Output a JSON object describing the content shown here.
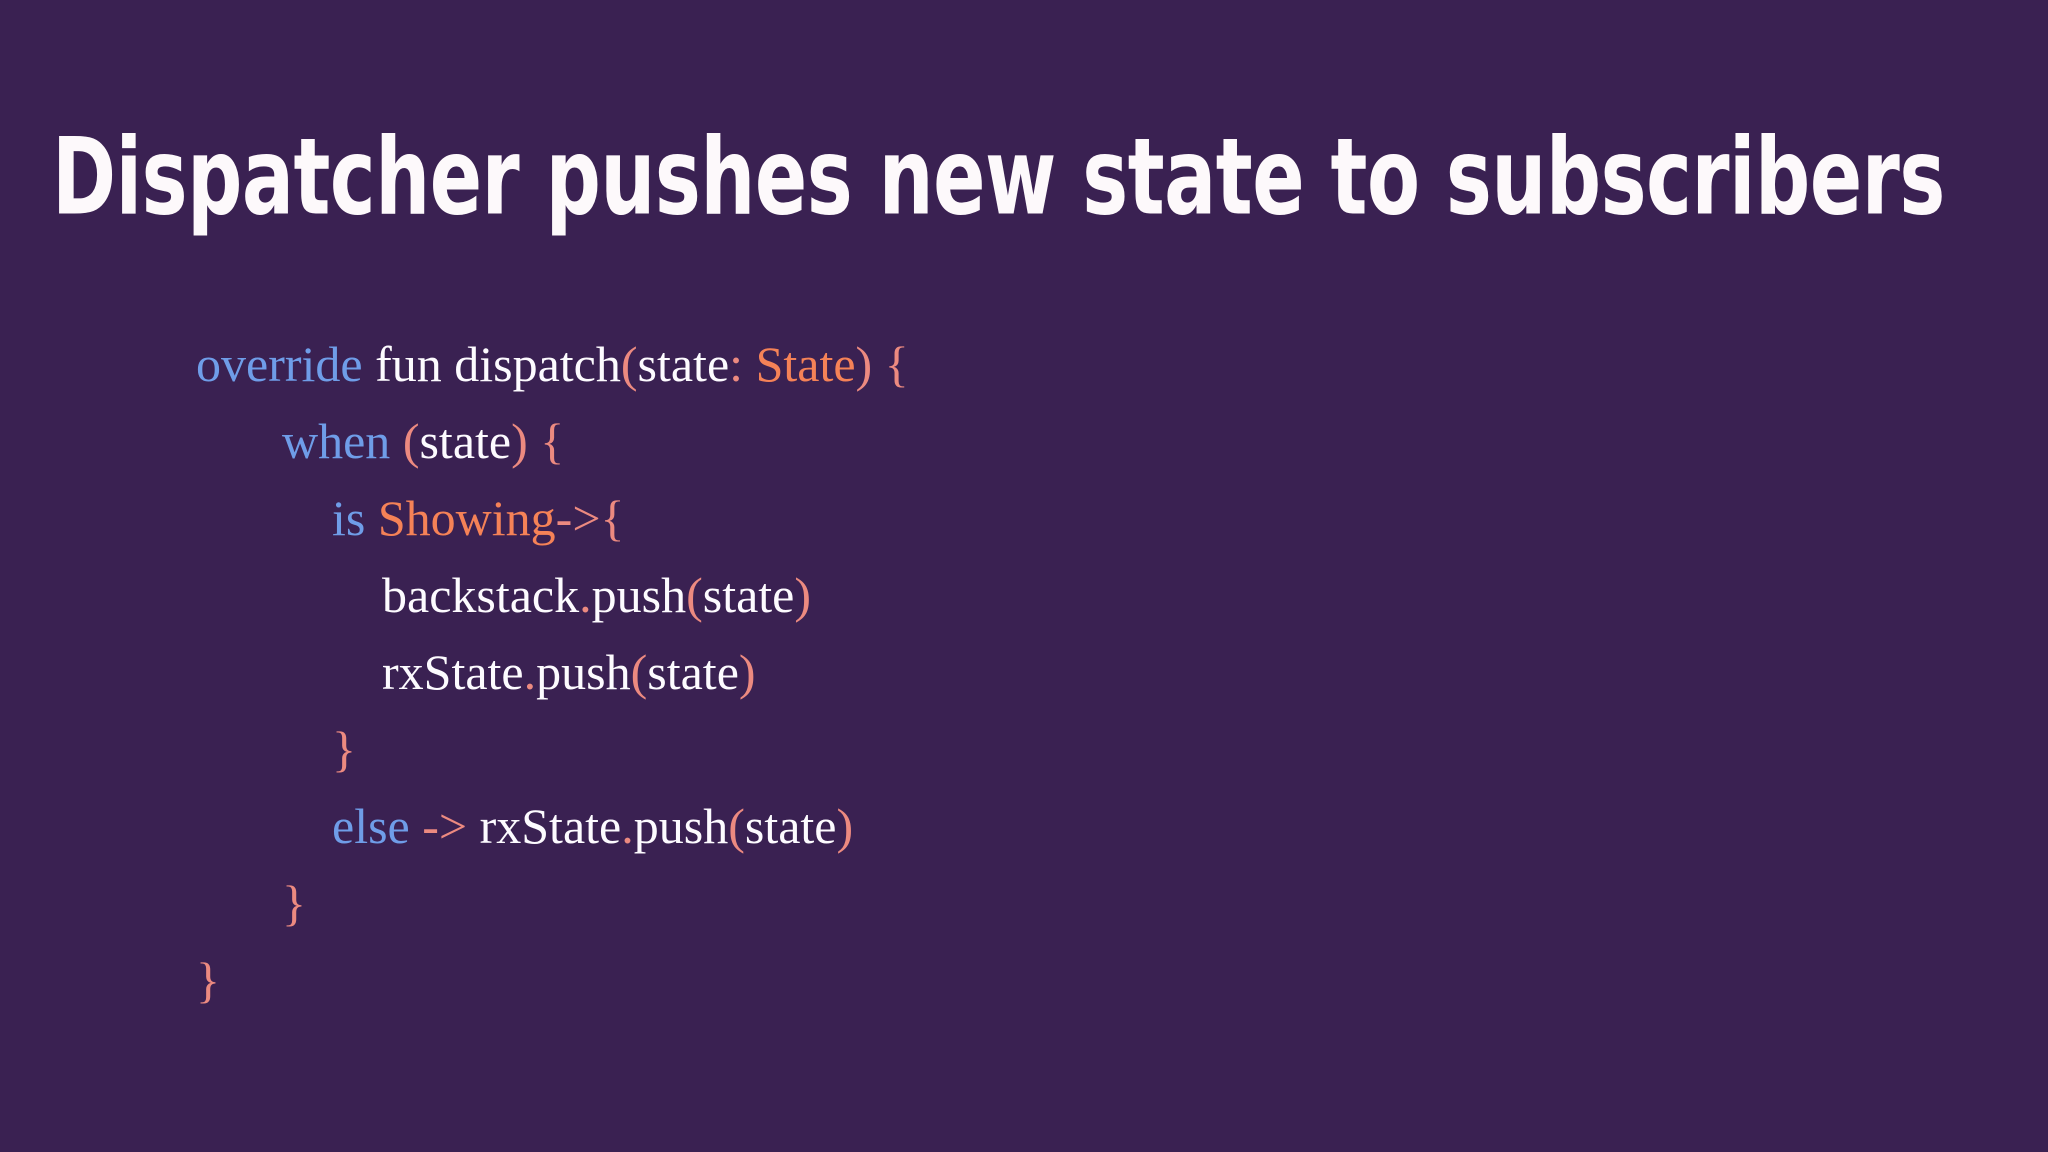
{
  "slide": {
    "background_color": "#3a2152",
    "title": "Dispatcher pushes new state to subscribers",
    "title_color": "#fdf9fb"
  },
  "palette": {
    "keyword": "#6f9de8",
    "type": "#f58257",
    "punctuation": "#ec8a80",
    "identifier": "#fdfbff",
    "background": "#3a2152"
  },
  "code": {
    "language": "kotlin",
    "plain_text": "override fun dispatch(state: State) {\n    when (state) {\n        is Showing->{\n            backstack.push(state)\n            rxState.push(state)\n        }\n        else -> rxState.push(state)\n    }\n}",
    "lines": [
      {
        "indent": 0,
        "tokens": [
          {
            "t": "override",
            "c": "keyword"
          },
          {
            "t": " fun dispatch",
            "c": "identifier"
          },
          {
            "t": "(",
            "c": "punctuation"
          },
          {
            "t": "state",
            "c": "identifier"
          },
          {
            "t": ":",
            "c": "punctuation"
          },
          {
            "t": " ",
            "c": "identifier"
          },
          {
            "t": "State",
            "c": "type"
          },
          {
            "t": ") {",
            "c": "punctuation"
          }
        ]
      },
      {
        "indent": 1,
        "tokens": [
          {
            "t": "when",
            "c": "keyword"
          },
          {
            "t": " ",
            "c": "identifier"
          },
          {
            "t": "(",
            "c": "punctuation"
          },
          {
            "t": "state",
            "c": "identifier"
          },
          {
            "t": ") {",
            "c": "punctuation"
          }
        ]
      },
      {
        "indent": 2,
        "tokens": [
          {
            "t": "is",
            "c": "keyword"
          },
          {
            "t": " ",
            "c": "identifier"
          },
          {
            "t": "Showing",
            "c": "type"
          },
          {
            "t": "->{",
            "c": "punctuation"
          }
        ]
      },
      {
        "indent": 3,
        "tokens": [
          {
            "t": "backstack",
            "c": "identifier"
          },
          {
            "t": ".",
            "c": "punctuation"
          },
          {
            "t": "push",
            "c": "identifier"
          },
          {
            "t": "(",
            "c": "punctuation"
          },
          {
            "t": "state",
            "c": "identifier"
          },
          {
            "t": ")",
            "c": "punctuation"
          }
        ]
      },
      {
        "indent": 3,
        "tokens": [
          {
            "t": "rxState",
            "c": "identifier"
          },
          {
            "t": ".",
            "c": "punctuation"
          },
          {
            "t": "push",
            "c": "identifier"
          },
          {
            "t": "(",
            "c": "punctuation"
          },
          {
            "t": "state",
            "c": "identifier"
          },
          {
            "t": ")",
            "c": "punctuation"
          }
        ]
      },
      {
        "indent": 2,
        "tokens": [
          {
            "t": "}",
            "c": "punctuation"
          }
        ]
      },
      {
        "indent": 2,
        "tokens": [
          {
            "t": "else",
            "c": "keyword"
          },
          {
            "t": " ",
            "c": "identifier"
          },
          {
            "t": "->",
            "c": "punctuation"
          },
          {
            "t": " rxState",
            "c": "identifier"
          },
          {
            "t": ".",
            "c": "punctuation"
          },
          {
            "t": "push",
            "c": "identifier"
          },
          {
            "t": "(",
            "c": "punctuation"
          },
          {
            "t": "state",
            "c": "identifier"
          },
          {
            "t": ")",
            "c": "punctuation"
          }
        ]
      },
      {
        "indent": 1,
        "tokens": [
          {
            "t": "}",
            "c": "punctuation"
          }
        ]
      },
      {
        "indent": 0,
        "tokens": [
          {
            "t": "}",
            "c": "punctuation"
          }
        ]
      }
    ]
  }
}
